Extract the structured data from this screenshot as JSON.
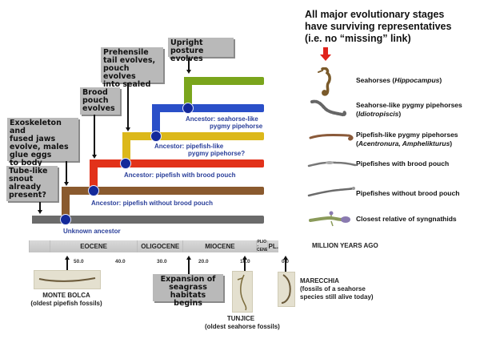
{
  "headline": {
    "line1": "All major evolutionary stages",
    "line2": "have surviving representatives",
    "line3": "(i.e. no “missing” link)"
  },
  "callouts": {
    "upright": {
      "line1": "Upright posture",
      "line2": "evolves"
    },
    "prehensile": {
      "line1": "Prehensile",
      "line2": "tail evolves,",
      "line3": "pouch evolves",
      "line4": "into sealed sac"
    },
    "brood": {
      "line1": "Brood",
      "line2": "pouch",
      "line3": "evolves"
    },
    "exoskeleton": {
      "line1": "Exoskeleton and",
      "line2": "fused jaws",
      "line3": "evolve, males",
      "line4": "glue eggs",
      "line5": "to body"
    },
    "snout": {
      "line1": "Tube-like",
      "line2": "snout",
      "line3": "already",
      "line4": "present?"
    },
    "seagrass": {
      "line1": "Expansion of",
      "line2": "seagrass habitats",
      "line3": "begins"
    }
  },
  "branches": [
    {
      "id": "seahorse",
      "color": "#7aa51c"
    },
    {
      "id": "seahorse-like-pygmy",
      "color": "#2a4fc8"
    },
    {
      "id": "pipefish-like-pygmy",
      "color": "#dcb81a"
    },
    {
      "id": "pipefish-brood",
      "color": "#e2321a"
    },
    {
      "id": "pipefish-nobrood",
      "color": "#8a5a2e"
    },
    {
      "id": "outgroup",
      "color": "#6b6b6b"
    }
  ],
  "ancestors": {
    "seahorse_like": {
      "line1": "Ancestor: seahorse-like",
      "line2": "pygmy pipehorse"
    },
    "pipefish_like": {
      "line1": "Ancestor: pipefish-like",
      "line2": "pygmy pipehorse?"
    },
    "with_brood": "Ancestor: pipefish with brood pouch",
    "without_brood": "Ancestor: pipefish without brood pouch",
    "unknown": "Unknown ancestor"
  },
  "taxa": [
    {
      "name": "Seahorses (",
      "italic": "Hippocampus",
      "suffix": ")",
      "line2": ""
    },
    {
      "name": "Seahorse-like pygmy pipehorses",
      "italic": "",
      "suffix": "",
      "line2_prefix": "(",
      "line2_italic": "Idiotropiscis",
      "line2_suffix": ")"
    },
    {
      "name": "Pipefish-like pygmy pipehorses",
      "italic": "",
      "suffix": "",
      "line2_prefix": "(",
      "line2_italic": "Acentronura, Amphelikturus",
      "line2_suffix": ")"
    },
    {
      "name": "Pipefishes with brood pouch"
    },
    {
      "name": "Pipefishes without brood pouch"
    },
    {
      "name": "Closest relative of syngnathids"
    }
  ],
  "timeline": {
    "unit_label": "MILLION YEARS AGO",
    "epochs": [
      {
        "label": "",
        "from": 60,
        "to": 55
      },
      {
        "label": "EOCENE",
        "from": 55,
        "to": 34
      },
      {
        "label": "OLIGOCENE",
        "from": 34,
        "to": 23
      },
      {
        "label": "MIOCENE",
        "from": 23,
        "to": 5.3
      },
      {
        "label": "PLIO -\nCENE",
        "from": 5.3,
        "to": 2.6
      },
      {
        "label": "PL.",
        "from": 2.6,
        "to": 0
      }
    ],
    "ticks": [
      "50.0",
      "40.0",
      "30.0",
      "20.0",
      "10.0",
      "0.0"
    ]
  },
  "fossils": {
    "monte_bolca": {
      "name": "MONTE BOLCA",
      "desc": "(oldest pipefish fossils)"
    },
    "tunjice": {
      "name": "TUNJICE",
      "desc": "(oldest seahorse fossils)"
    },
    "marecchia": {
      "name": "MARECCHIA",
      "desc1": "(fossils of a seahorse",
      "desc2": "species still alive today)"
    }
  }
}
